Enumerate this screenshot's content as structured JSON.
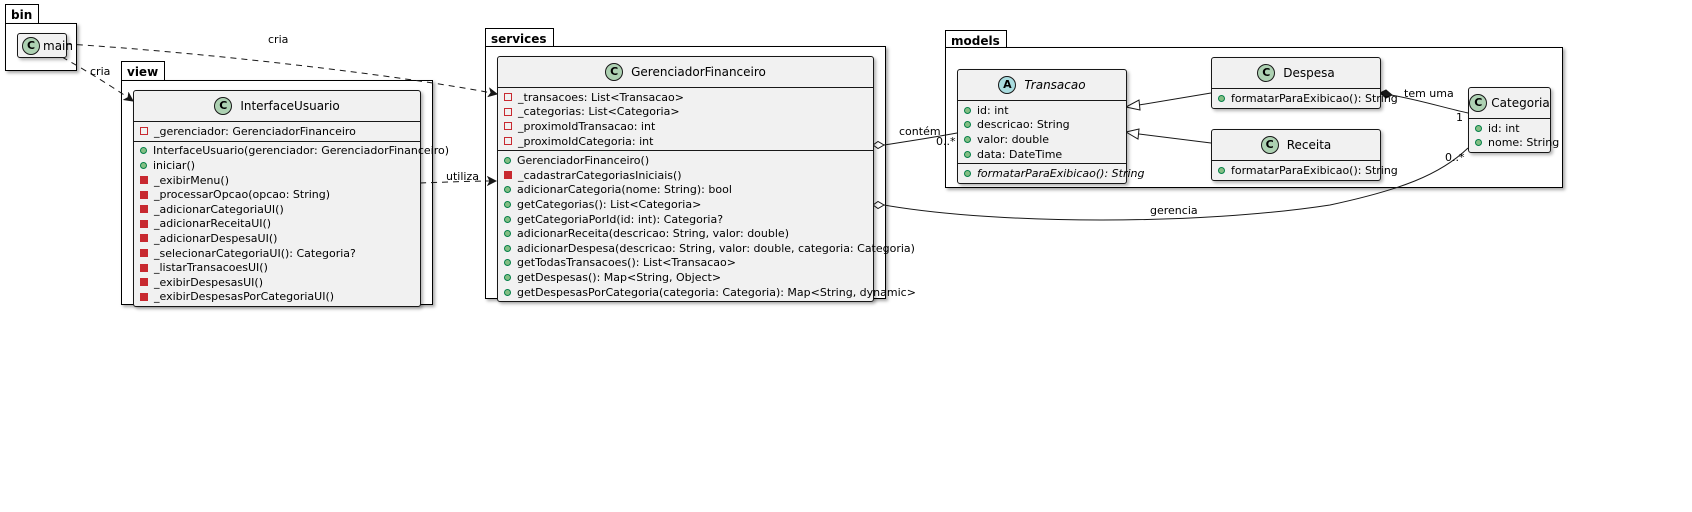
{
  "packages": {
    "bin": "bin",
    "view": "view",
    "services": "services",
    "models": "models"
  },
  "classes": {
    "main": {
      "name": "main",
      "badge": "C"
    },
    "interface_usuario": {
      "name": "InterfaceUsuario",
      "badge": "C",
      "fields": [
        {
          "vis": "private",
          "text": "_gerenciador: GerenciadorFinanceiro"
        }
      ],
      "methods": [
        {
          "vis": "public",
          "text": "InterfaceUsuario(gerenciador: GerenciadorFinanceiro)"
        },
        {
          "vis": "public",
          "text": "iniciar()"
        },
        {
          "vis": "private",
          "text": "_exibirMenu()"
        },
        {
          "vis": "private",
          "text": "_processarOpcao(opcao: String)"
        },
        {
          "vis": "private",
          "text": "_adicionarCategoriaUI()"
        },
        {
          "vis": "private",
          "text": "_adicionarReceitaUI()"
        },
        {
          "vis": "private",
          "text": "_adicionarDespesaUI()"
        },
        {
          "vis": "private",
          "text": "_selecionarCategoriaUI(): Categoria?"
        },
        {
          "vis": "private",
          "text": "_listarTransacoesUI()"
        },
        {
          "vis": "private",
          "text": "_exibirDespesasUI()"
        },
        {
          "vis": "private",
          "text": "_exibirDespesasPorCategoriaUI()"
        }
      ]
    },
    "gerenciador": {
      "name": "GerenciadorFinanceiro",
      "badge": "C",
      "fields": [
        {
          "vis": "private",
          "text": "_transacoes: List<Transacao>"
        },
        {
          "vis": "private",
          "text": "_categorias: List<Categoria>"
        },
        {
          "vis": "private",
          "text": "_proximoIdTransacao: int"
        },
        {
          "vis": "private",
          "text": "_proximoIdCategoria: int"
        }
      ],
      "methods": [
        {
          "vis": "public",
          "text": "GerenciadorFinanceiro()"
        },
        {
          "vis": "private",
          "text": "_cadastrarCategoriasIniciais()"
        },
        {
          "vis": "public",
          "text": "adicionarCategoria(nome: String): bool"
        },
        {
          "vis": "public",
          "text": "getCategorias(): List<Categoria>"
        },
        {
          "vis": "public",
          "text": "getCategoriaPorId(id: int): Categoria?"
        },
        {
          "vis": "public",
          "text": "adicionarReceita(descricao: String, valor: double)"
        },
        {
          "vis": "public",
          "text": "adicionarDespesa(descricao: String, valor: double, categoria: Categoria)"
        },
        {
          "vis": "public",
          "text": "getTodasTransacoes(): List<Transacao>"
        },
        {
          "vis": "public",
          "text": "getDespesas(): Map<String, Object>"
        },
        {
          "vis": "public",
          "text": "getDespesasPorCategoria(categoria: Categoria): Map<String, dynamic>"
        }
      ]
    },
    "transacao": {
      "name": "Transacao",
      "badge": "A",
      "fields": [
        {
          "vis": "public",
          "text": "id: int"
        },
        {
          "vis": "public",
          "text": "descricao: String"
        },
        {
          "vis": "public",
          "text": "valor: double"
        },
        {
          "vis": "public",
          "text": "data: DateTime"
        }
      ],
      "methods": [
        {
          "vis": "public",
          "text": "formatarParaExibicao(): String"
        }
      ]
    },
    "despesa": {
      "name": "Despesa",
      "badge": "C",
      "methods": [
        {
          "vis": "public",
          "text": "formatarParaExibicao(): String"
        }
      ]
    },
    "receita": {
      "name": "Receita",
      "badge": "C",
      "methods": [
        {
          "vis": "public",
          "text": "formatarParaExibicao(): String"
        }
      ]
    },
    "categoria": {
      "name": "Categoria",
      "badge": "C",
      "fields": [
        {
          "vis": "public",
          "text": "id: int"
        },
        {
          "vis": "public",
          "text": "nome: String"
        }
      ]
    }
  },
  "edges": {
    "main_cria_gerenciador": "cria",
    "main_cria_interface": "cria",
    "interface_utiliza": "utiliza",
    "contem": "contém",
    "contem_mult": "0..*",
    "gerencia": "gerencia",
    "gerencia_mult": "0..*",
    "tem_uma": "tem uma",
    "tem_uma_mult": "1"
  },
  "colors": {
    "class_fill": "#f1f1f1",
    "class_badge": "#add1b2",
    "abstract_badge": "#a9dcdf",
    "private_marker": "#c82930",
    "public_marker": "#84be84"
  }
}
